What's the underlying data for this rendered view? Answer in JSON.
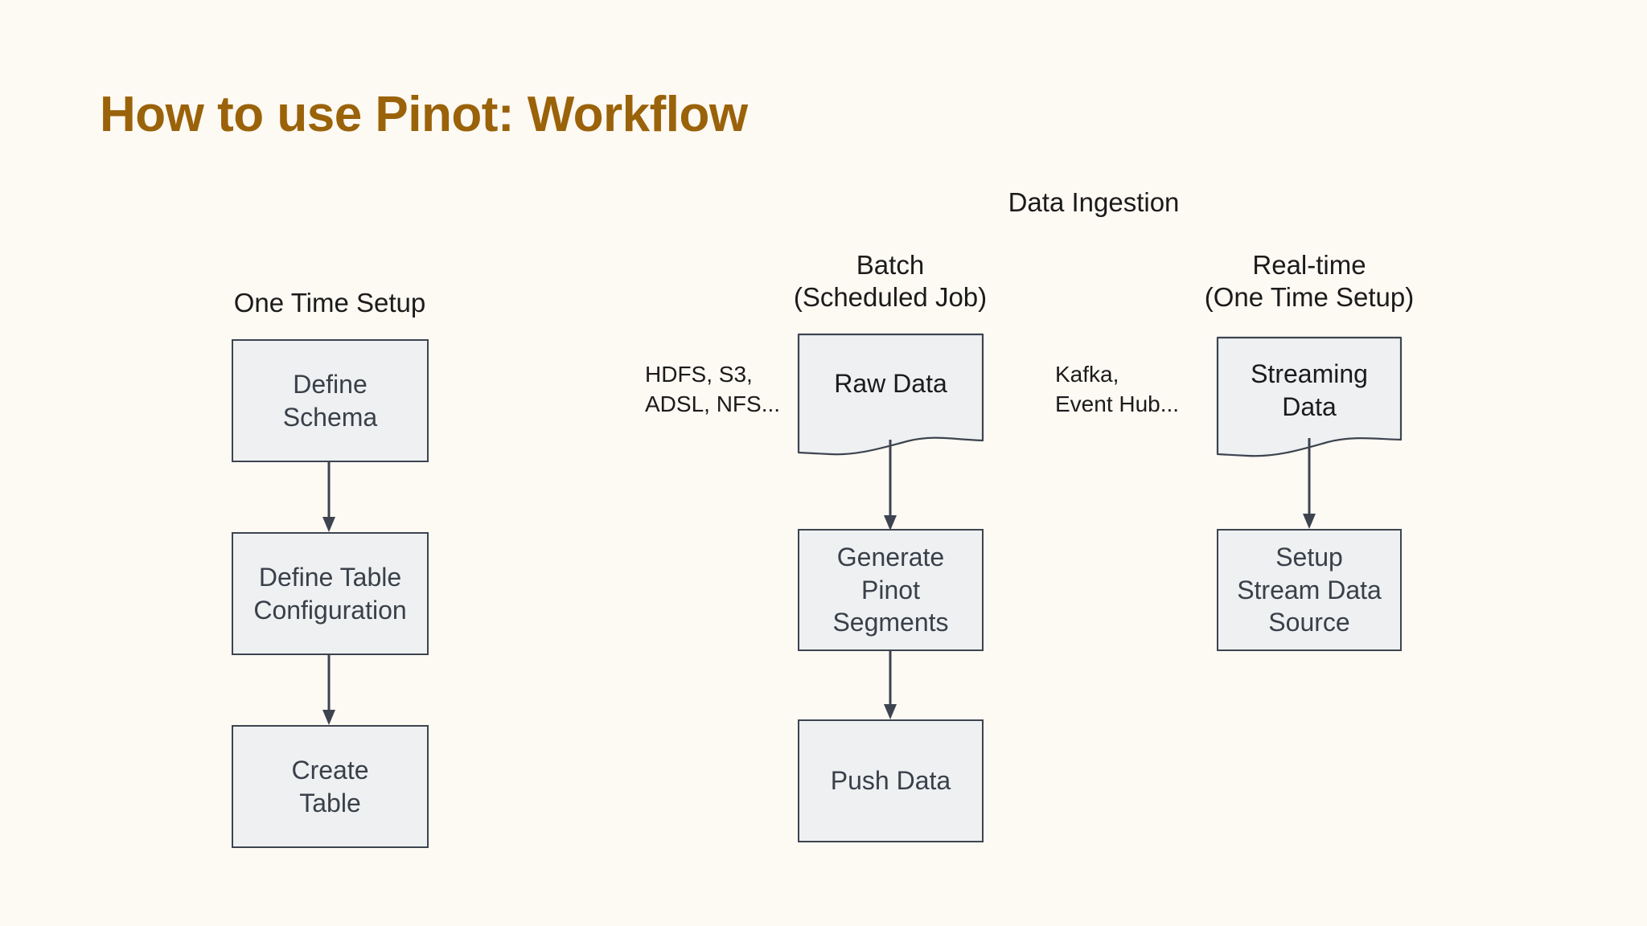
{
  "slide": {
    "title": "How to use Pinot: Workflow",
    "background_color": "#fdf9f3",
    "title_color": "#9a6209",
    "node_fill_color": "#eef0f2",
    "node_border_color": "#3d4450",
    "text_color": "#1b1b1b"
  },
  "headings": {
    "data_ingestion": "Data Ingestion",
    "one_time_setup": "One Time Setup",
    "batch": "Batch\n(Scheduled Job)",
    "realtime": "Real-time\n(One Time Setup)"
  },
  "notes": {
    "batch_sources": "HDFS, S3,\nADSL, NFS...",
    "stream_sources": "Kafka,\nEvent Hub..."
  },
  "flows": {
    "setup": {
      "title": "One Time Setup",
      "nodes": [
        {
          "id": "define-schema",
          "label": "Define\nSchema",
          "shape": "rectangle"
        },
        {
          "id": "define-table-configuration",
          "label": "Define Table\nConfiguration",
          "shape": "rectangle"
        },
        {
          "id": "create-table",
          "label": "Create\nTable",
          "shape": "rectangle"
        }
      ]
    },
    "batch": {
      "title": "Batch\n(Scheduled Job)",
      "source_note": "HDFS, S3,\nADSL, NFS...",
      "nodes": [
        {
          "id": "raw-data",
          "label": "Raw Data",
          "shape": "document"
        },
        {
          "id": "generate-pinot-segments",
          "label": "Generate\nPinot\nSegments",
          "shape": "rectangle"
        },
        {
          "id": "push-data",
          "label": "Push Data",
          "shape": "rectangle"
        }
      ]
    },
    "realtime": {
      "title": "Real-time\n(One Time Setup)",
      "source_note": "Kafka,\nEvent Hub...",
      "nodes": [
        {
          "id": "streaming-data",
          "label": "Streaming\nData",
          "shape": "document"
        },
        {
          "id": "setup-stream-data-source",
          "label": "Setup\nStream Data\nSource",
          "shape": "rectangle"
        }
      ]
    }
  }
}
